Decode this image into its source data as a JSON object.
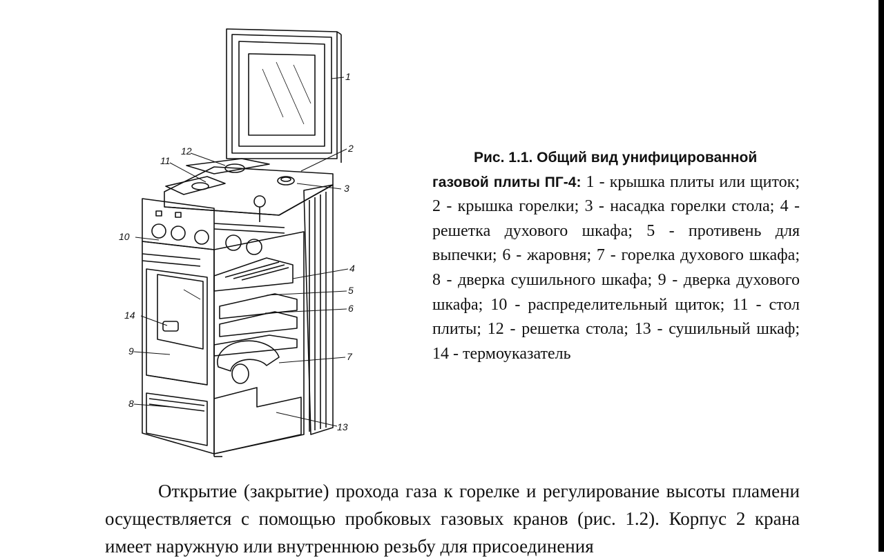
{
  "figure": {
    "callouts": [
      "1",
      "2",
      "3",
      "4",
      "5",
      "6",
      "7",
      "8",
      "9",
      "10",
      "11",
      "12",
      "13",
      "14"
    ]
  },
  "caption": {
    "title_line1": "Рис. 1.1. Общий вид унифицированной",
    "title_line2": "газовой плиты ПГ-4:",
    "text": " 1 - крышка плиты или щиток; 2 - крышка горелки; 3 - насадка горелки стола; 4 - решетка духового шкафа; 5 - противень для выпечки; 6 - жаровня; 7 - горелка духового шкафа; 8 - дверка сушильного шкафа; 9 - дверка духового шкафа; 10 - распределительный щиток; 11 - стол плиты; 12 - решетка стола; 13 - сушильный шкаф; 14 - термоуказатель"
  },
  "body": {
    "paragraph": "Открытие (закрытие) прохода газа к горелке и регулирование высоты пламени осуществляется с помощью пробковых газовых кранов (рис. 1.2). Корпус 2 крана имеет наружную или внутреннюю резьбу для присоединения"
  }
}
